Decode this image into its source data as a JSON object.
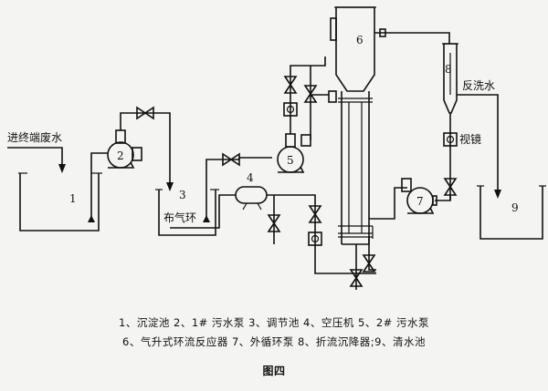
{
  "labels": {
    "inlet": "进终端废水",
    "backwash": "反洗水",
    "sight_glass": "视镜",
    "air_ring": "布气环"
  },
  "nodes": {
    "n1": "1",
    "n2": "2",
    "n3": "3",
    "n4": "4",
    "n5": "5",
    "n6": "6",
    "n7": "7",
    "n8": "8",
    "n9": "9"
  },
  "legend": {
    "line1": "1、沉淀池   2、1# 污水泵   3、调节池   4、空压机   5、2# 污水泵",
    "line2": "6、气升式环流反应器   7、外循环泵   8、折流沉降器;9、清水池"
  },
  "caption": "图四"
}
